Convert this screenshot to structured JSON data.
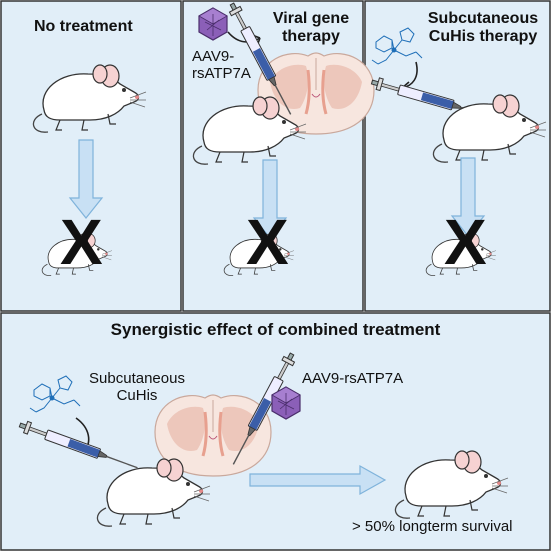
{
  "colors": {
    "panel_fill": "#e1eef8",
    "panel_border": "#333333",
    "arrow_fill": "#c8e0f4",
    "arrow_stroke": "#7fb3db",
    "brain_fill": "#f7e6df",
    "brain_red": "#e7a08f",
    "virus_purple": "#8b5fb8",
    "mouse_white": "#ffffff"
  },
  "panels": {
    "no_treatment": {
      "title": "No treatment"
    },
    "viral": {
      "title": "Viral gene therapy",
      "vector_label": "AAV9-rsATP7A"
    },
    "subcutaneous": {
      "title": "Subcutaneous CuHis therapy"
    }
  },
  "outcome_mark": "X",
  "combined": {
    "title": "Synergistic effect of combined treatment",
    "cuhis_label": "Subcutaneous CuHis",
    "vector_label": "AAV9-rsATP7A",
    "survival_label": "> 50% longterm survival"
  },
  "icons": [
    "mouse-icon",
    "brain-section-icon",
    "syringe-icon",
    "aav-virus-icon",
    "cuhis-molecule-icon",
    "curved-arrow-icon",
    "down-arrow-icon",
    "right-arrow-icon"
  ]
}
